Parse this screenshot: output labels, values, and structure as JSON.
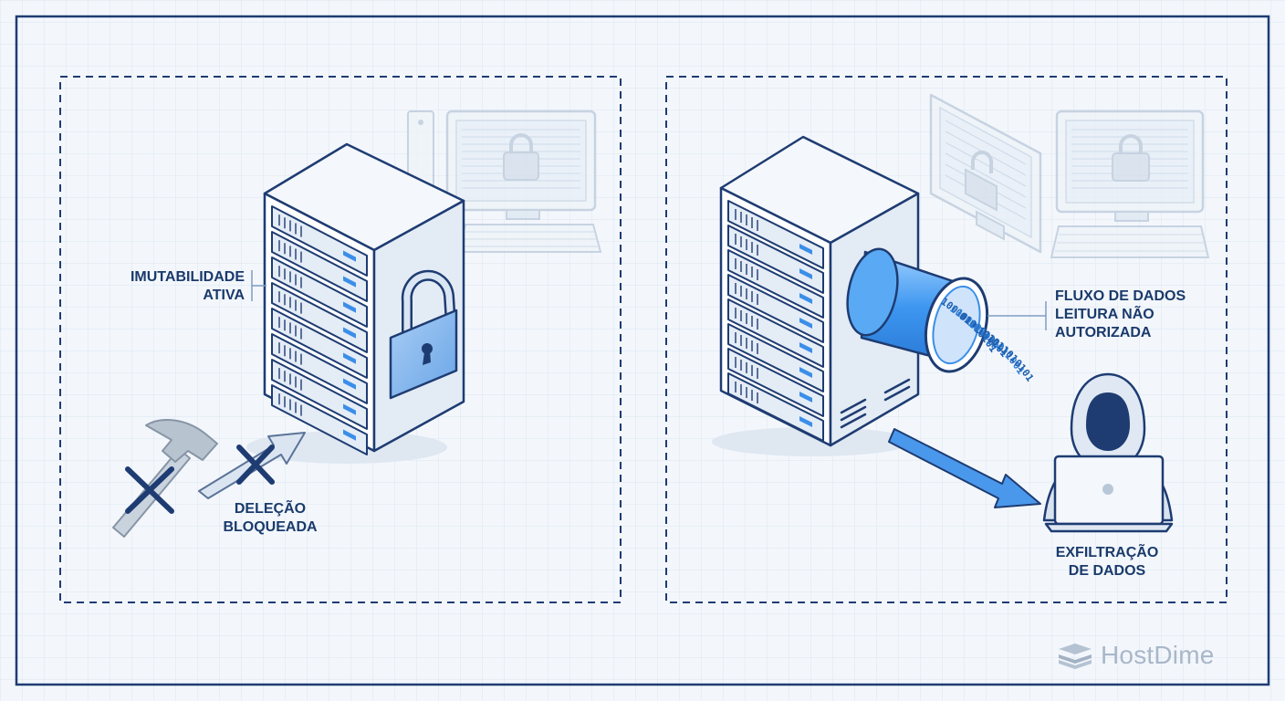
{
  "labels": {
    "immutability": [
      "IMUTABILIDADE",
      "ATIVA"
    ],
    "deletion": [
      "DELEÇÃO",
      "BLOQUEADA"
    ],
    "dataflow": [
      "FLUXO DE DADOS",
      "LEITURA NÃO",
      "AUTORIZADA"
    ],
    "exfiltration": [
      "EXFILTRAÇÃO",
      "DE DADOS"
    ]
  },
  "binary_stream": [
    "100101010101",
    "1010101010",
    "0101010101",
    "100110011001",
    "101011010101"
  ],
  "brand": {
    "name": "HostDime",
    "icon": "hostdime-logo-icon"
  },
  "colors": {
    "background": "#f3f7fc",
    "grid": "#d6e1ee",
    "frame": "#1e3c72",
    "ink": "#1a3a6b",
    "accent": "#3b8ee8",
    "muted": "#a9b7c8"
  },
  "icons": [
    "server-rack-icon",
    "padlock-icon",
    "hammer-icon",
    "arrow-icon",
    "cross-icon",
    "desktop-computer-icon",
    "data-pipe-icon",
    "hacker-icon",
    "laptop-icon"
  ]
}
